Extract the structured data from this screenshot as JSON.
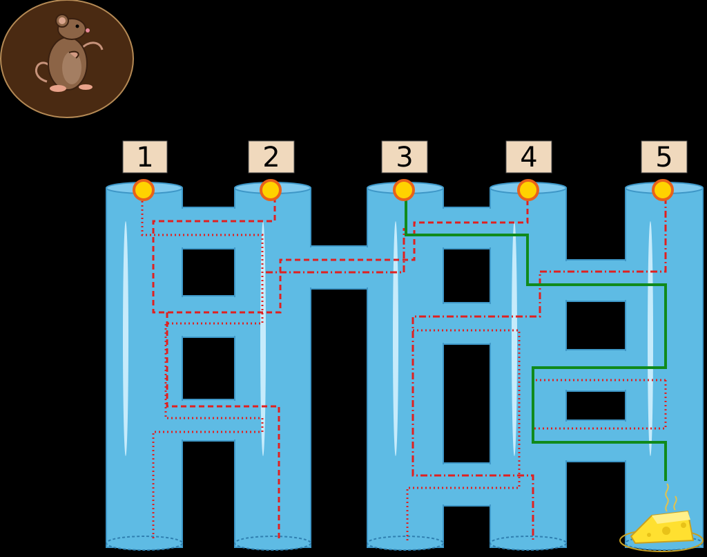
{
  "puzzle": {
    "labels": [
      "1",
      "2",
      "3",
      "4",
      "5"
    ],
    "character": "mouse-icon",
    "goal": "cheese-icon",
    "solution_tube": "3",
    "goal_tube": "5"
  },
  "colors": {
    "background": "#000000",
    "tube_fill": "#5ebbe4",
    "tube_edge": "#3e97c7",
    "tube_highlight": "#d8f3ff",
    "label_box": "#f0d9bd",
    "start_marker": "#ffd200",
    "start_marker_ring": "#e8611a",
    "wrong_path": "#e02020",
    "correct_path": "#108a1c",
    "mouse_badge": "#4a2a12",
    "cheese": "#ffe030"
  }
}
